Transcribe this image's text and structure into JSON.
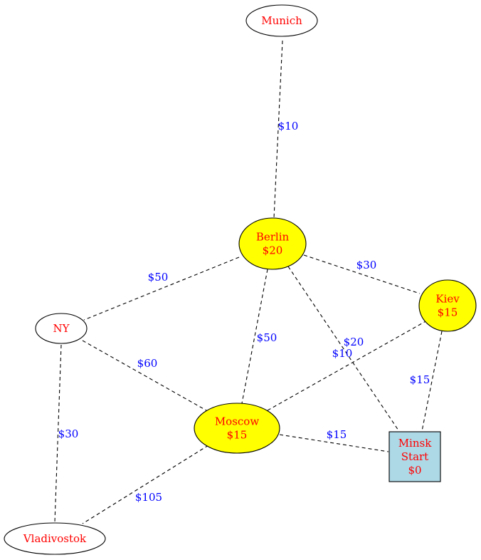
{
  "colors": {
    "node_text": "#ff0000",
    "edge_label": "#0000ff",
    "highlight_fill": "#ffff00",
    "start_fill": "#add8e6",
    "plain_fill": "#ffffff",
    "stroke": "#000000"
  },
  "nodes": [
    {
      "id": "munich",
      "lines": [
        "Munich"
      ],
      "shape": "ellipse",
      "style": "plain"
    },
    {
      "id": "berlin",
      "lines": [
        "Berlin",
        "$20"
      ],
      "shape": "ellipse",
      "style": "highlight"
    },
    {
      "id": "kiev",
      "lines": [
        "Kiev",
        "$15"
      ],
      "shape": "ellipse",
      "style": "highlight"
    },
    {
      "id": "ny",
      "lines": [
        "NY"
      ],
      "shape": "ellipse",
      "style": "plain"
    },
    {
      "id": "moscow",
      "lines": [
        "Moscow",
        "$15"
      ],
      "shape": "ellipse",
      "style": "highlight"
    },
    {
      "id": "minsk",
      "lines": [
        "Minsk",
        "Start",
        "$0"
      ],
      "shape": "box",
      "style": "start"
    },
    {
      "id": "vladivostok",
      "lines": [
        "Vladivostok"
      ],
      "shape": "ellipse",
      "style": "plain"
    }
  ],
  "edges": [
    {
      "from": "munich",
      "to": "berlin",
      "label": "$10"
    },
    {
      "from": "berlin",
      "to": "ny",
      "label": "$50"
    },
    {
      "from": "berlin",
      "to": "kiev",
      "label": "$30"
    },
    {
      "from": "berlin",
      "to": "moscow",
      "label": "$50"
    },
    {
      "from": "berlin",
      "to": "minsk",
      "label": "$10"
    },
    {
      "from": "kiev",
      "to": "moscow",
      "label": "$20"
    },
    {
      "from": "kiev",
      "to": "minsk",
      "label": "$15"
    },
    {
      "from": "ny",
      "to": "moscow",
      "label": "$60"
    },
    {
      "from": "ny",
      "to": "vladivostok",
      "label": "$30"
    },
    {
      "from": "moscow",
      "to": "minsk",
      "label": "$15"
    },
    {
      "from": "moscow",
      "to": "vladivostok",
      "label": "$105"
    }
  ]
}
